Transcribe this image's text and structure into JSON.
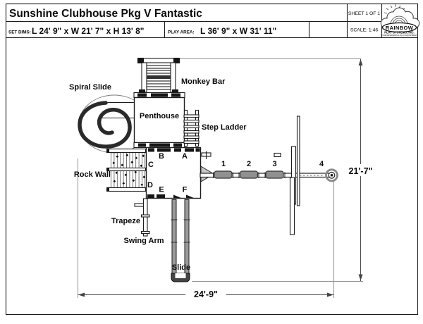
{
  "title_block": {
    "title": "Sunshine Clubhouse Pkg V Fantastic",
    "set_dims_label": "SET DIMS:",
    "set_dims_value": "L 24' 9\" x W 21' 7\" x H 13' 8\"",
    "play_area_label": "PLAY AREA:",
    "play_area_value": "L 36' 9\" x W 31' 11\"",
    "sheet": "SHEET 1 OF 1",
    "scale": "SCALE: 1:46",
    "logo": {
      "name": "RAINBOW",
      "subtitle": "PLAY SYSTEMS, INC.",
      "tagline": "FINE RESIDENTIAL PLAY EQUIPMENT"
    }
  },
  "diagram": {
    "labels": {
      "spiral_slide": "Spiral Slide",
      "monkey_bar": "Monkey Bar",
      "penthouse": "Penthouse",
      "step_ladder": "Step Ladder",
      "rock_wall": "Rock Wall",
      "trapeze": "Trapeze",
      "swing_arm": "Swing Arm",
      "slide": "Slide"
    },
    "deck_positions": [
      "A",
      "B",
      "C",
      "D",
      "E",
      "F"
    ],
    "swing_positions": [
      "1",
      "2",
      "3",
      "4"
    ],
    "dimensions": {
      "width": "24'-9\"",
      "height": "21'-7\""
    }
  }
}
